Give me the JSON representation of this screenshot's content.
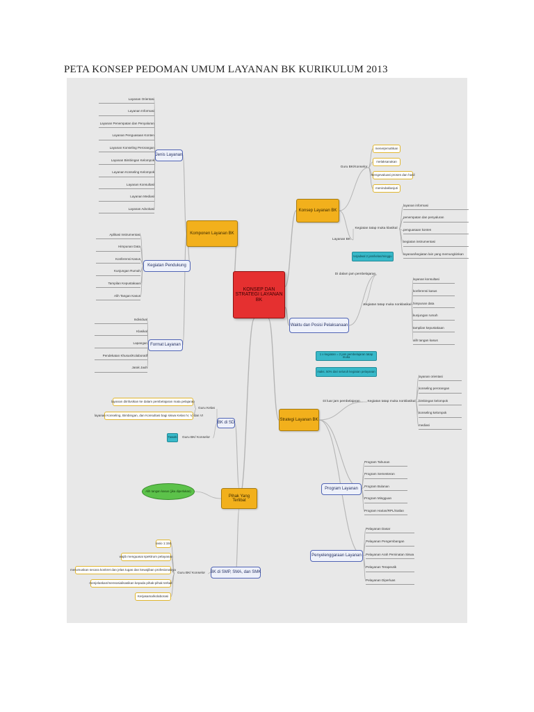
{
  "title": "PETA KONSEP PEDOMAN UMUM LAYANAN BK KURIKULUM 2013",
  "colors": {
    "root": "#e53030",
    "main": "#f2b01c",
    "sub_border": "#4f63b4",
    "leaf_border": "#e0b52c",
    "note": "#38b9c9",
    "bubble": "#5cc24a",
    "canvas": "#e8e8e8"
  },
  "root": "KONSEP DAN STRATEGI LAYANAN BK",
  "main": {
    "komponen": "Komponen Layanan BK",
    "konsep": "Konsep Layanan BK",
    "waktu": "Waktu dan Posisi Pelaksanaan",
    "strategi": "Strategi Layanan BK",
    "pihak": "Pihak Yang Terlibat"
  },
  "sub": {
    "jenis": "Jenis Layanan",
    "pendukung": "Kegiatan Pendukung",
    "format": "Format Layanan",
    "guru_bk": "Guru BK/Konselor",
    "layanan_bk": "Layanan BK",
    "tatap_muka_klasikal": "Kegiatan tatap muka klasikal",
    "dalam_jam": "Di dalam jam pembelajaran",
    "tatap_muka_nonklasikal": "Kegiatan tatap muka nonklasikal",
    "luar_jam": "Di luar jam pembelajaran",
    "tatap_muka_nonklasikal2": "Kegiatan tatap muka nonklasikal",
    "program": "Program Layanan",
    "penyelenggaraan": "Penyelenggaraan Layanan",
    "bk_sd": "BK di SD",
    "guru_kelas": "Guru Kelas",
    "guru_bk_sd": "Guru BK/ Konselor",
    "bk_smp": "BK di SMP, SMA, dan SMK",
    "guru_bk_smp": "Guru BK/ Konselor"
  },
  "jenis_items": [
    "Layanan Orientasi",
    "Layanan Informasi",
    "Layanan Penempatan dan Penyaluran",
    "Layanan Penguasaan Konten",
    "Layanan Konseling Perorangan",
    "Layanan Bimbingan Kelompok",
    "Layanan Konseling Kelompok",
    "Layanan Konsultasi",
    "Layanan Mediasi",
    "Layanan Advokasi"
  ],
  "pendukung_items": [
    "Aplikasi Instrumentasi",
    "Himpunan Data",
    "Konferensi Kasus",
    "Kunjungan Rumah",
    "Tampilan Kepustakaan",
    "Alih Tangan Kasus"
  ],
  "format_items": [
    "Individual",
    "Klasikal",
    "Lapangan",
    "Pendekatan Khusus/Kolaboratif",
    "Jarak Jauh"
  ],
  "guru_bk_items": [
    "menerjemahkan",
    "melaksanakan",
    "mengevaluasi proses dan hasil",
    "menindaklanjuti"
  ],
  "klasikal_items": [
    "layanan informasi",
    "penempatan dan penyaluran",
    "penguasaan konten",
    "kegiatan instrumentasi",
    "layanan/kegiatan lain yang memungkinkan"
  ],
  "note_jadwal": "terjadwal 2 jam/kelas/minggu",
  "nonklasikal_items": [
    "layanan konsultasi",
    "konferensi kasus",
    "himpunan data",
    "kunjungan rumah",
    "tampilan kepustakaan",
    "alih tangan kasus"
  ],
  "note_luar1": "1 x kegiatan = 2 jam pembelajaran tatap muka",
  "note_luar2": "maks. 50% dari seluruh kegiatan pelayanan",
  "nonklasikal2_items": [
    "layanan orientasi",
    "konseling perorangan",
    "bimbingan kelompok",
    "konseling kelompok",
    "mediasi"
  ],
  "program_items": [
    "Program Tahunan",
    "Program Semesteran",
    "Program Bulanan",
    "Program Mingguan",
    "Program Harian/RPL/Satlan"
  ],
  "penyelenggaraan_items": [
    "Pelayanan Dasar",
    "Pelayanan Pengembangan",
    "Pelayanan Arah Peminatan Siswa",
    "Pelayanan Terapeutik",
    "Pelayanan Diperluas"
  ],
  "guru_kelas_items": [
    "layanan diinfusikan ke dalam pembelajaran mata pelajaran",
    "layanan Konseling, Bimbingan, dan Konsultasi bagi siswa Kelas IV, V, dan VI"
  ],
  "note_sd": "Tawalti",
  "bubble_pihak": "Alih tangan kasus (jika diperlukan)",
  "smp_items": [
    "rasio 1:150",
    "wajib menguasai spektrum pelayanan",
    "merumuskan secara konkret dan jelas tugas dan kewajiban profesionalnya",
    "menjelaskan/mensosialisasikan kepada pihak-pihak terkait",
    "Kerjasama/kolaborasi"
  ]
}
